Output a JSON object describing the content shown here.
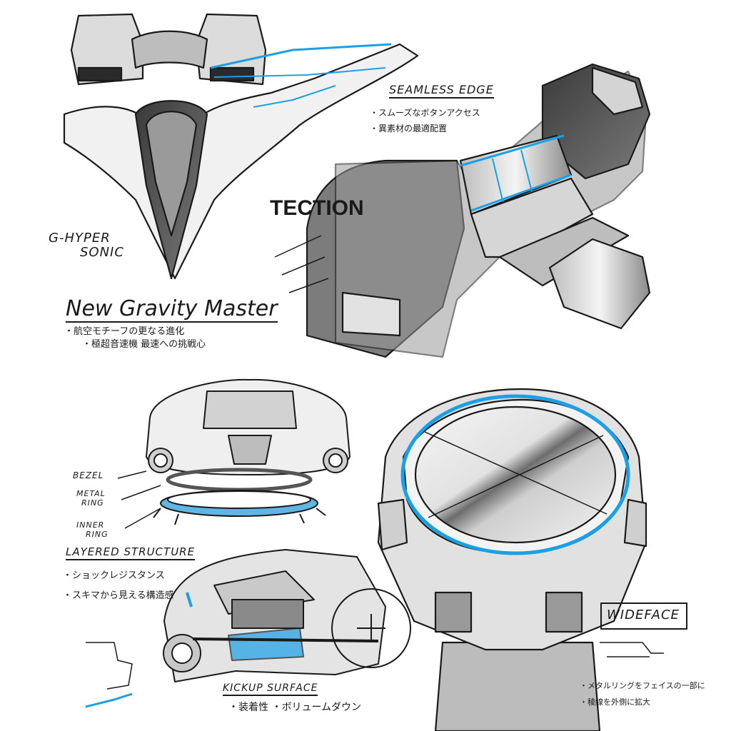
{
  "labels": {
    "g_hyper_line1": "G-HYPER",
    "g_hyper_line2": "SONIC",
    "new_gravity_master": "New Gravity Master",
    "ngm_bullet1": "・航空モチーフの更なる進化",
    "ngm_bullet2": "・極超音速機 最速への挑戦心",
    "seamless_edge": "SEAMLESS EDGE",
    "seamless_bullet1": "・スムーズなボタンアクセス",
    "seamless_bullet2": "・異素材の最適配置",
    "protection_text": "TECTION",
    "bezel": "BEZEL",
    "metal_ring_line1": "METAL",
    "metal_ring_line2": "RING",
    "inner_ring_line1": "INNER",
    "inner_ring_line2": "RING",
    "layered_structure": "LAYERED STRUCTURE",
    "layered_bullet1": "・ショックレジスタンス",
    "layered_bullet2": "・スキマから見える構造感",
    "kickup_surface": "KICKUP SURFACE",
    "kickup_bullet": "・装着性 ・ボリュームダウン",
    "wideface": "WIDEFACE",
    "wideface_bullet1": "・メタルリングをフェイスの一部に",
    "wideface_bullet2": "・稜線を外側に拡大"
  },
  "colors": {
    "ink": "#1a1a1a",
    "accent_blue": "#1aa0e6",
    "gray_dark": "#555555",
    "gray_mid": "#8a8a8a",
    "gray_light": "#c8c8c8",
    "paper": "#ffffff"
  }
}
